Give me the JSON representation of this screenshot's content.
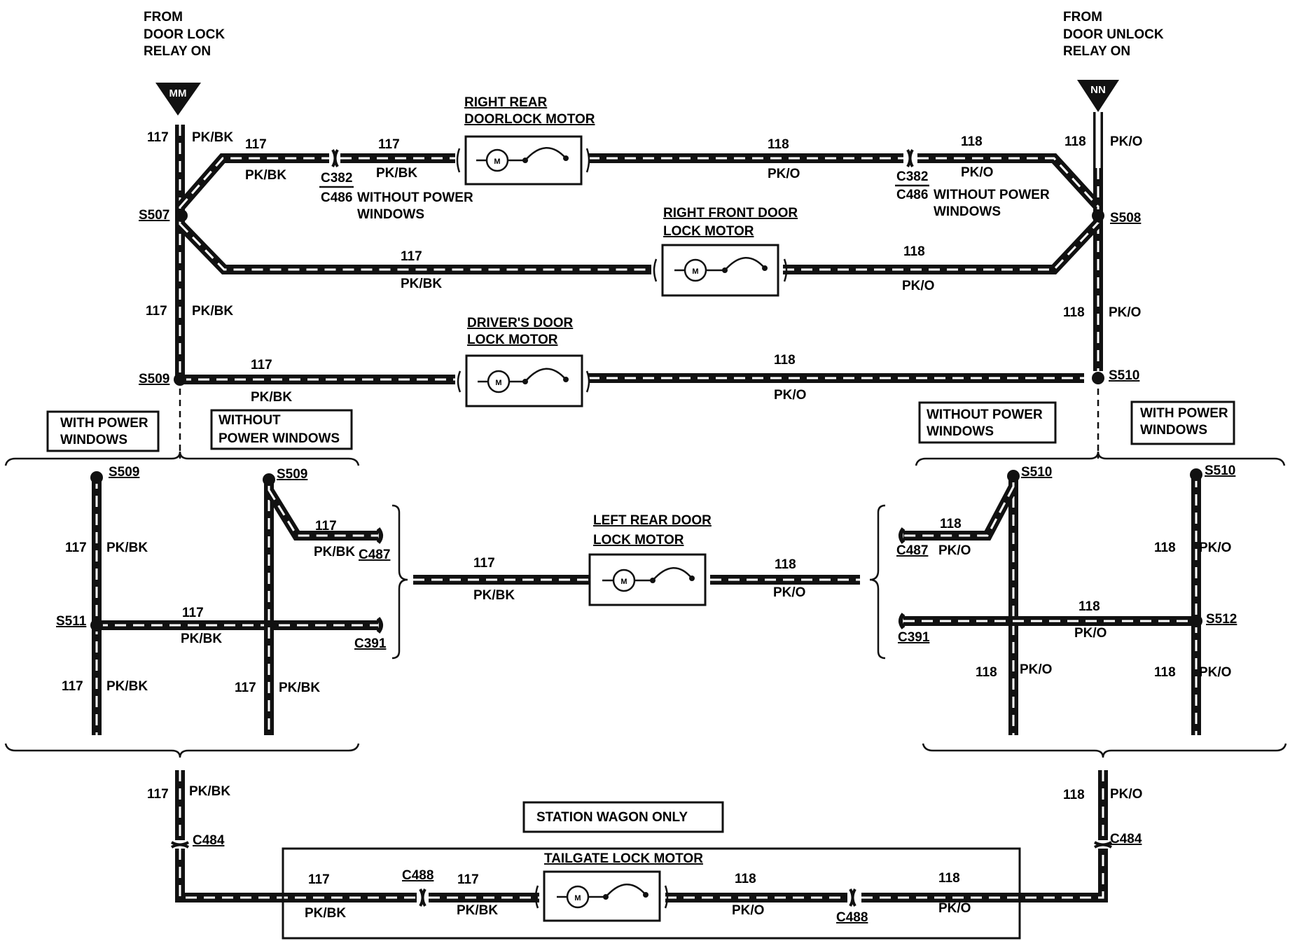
{
  "sources": {
    "left_text": [
      "FROM",
      "DOOR LOCK",
      "RELAY ON"
    ],
    "left_terminal": "MM",
    "right_text": [
      "FROM",
      "DOOR UNLOCK",
      "RELAY ON"
    ],
    "right_terminal": "NN"
  },
  "motors": {
    "right_rear": [
      "RIGHT REAR",
      "DOORLOCK MOTOR"
    ],
    "right_front": [
      "RIGHT  FRONT DOOR",
      "LOCK MOTOR"
    ],
    "driver": [
      "DRIVER'S DOOR",
      "LOCK MOTOR"
    ],
    "left_rear": [
      "LEFT  REAR DOOR",
      "LOCK MOTOR"
    ],
    "tailgate": "TAILGATE LOCK MOTOR",
    "motor_symbol": "M"
  },
  "circuits": {
    "c117": "117",
    "c118": "118",
    "pkbk": "PK/BK",
    "pko": "PK/O"
  },
  "splices": {
    "s507": "S507",
    "s508": "S508",
    "s509": "S509",
    "s510": "S510",
    "s511": "S511",
    "s512": "S512"
  },
  "connectors": {
    "c382": "C382",
    "c486": "C486",
    "c487": "C487",
    "c391": "C391",
    "c484": "C484",
    "c488": "C488"
  },
  "options": {
    "without_power_windows_1": [
      "WITHOUT  POWER",
      "WINDOWS"
    ],
    "with_power_windows": [
      "WITH POWER",
      "WINDOWS"
    ],
    "without_power_windows_box_left": [
      "WITHOUT",
      "POWER   WINDOWS"
    ],
    "without_power_windows_box_right": [
      "WITHOUT   POWER",
      "WINDOWS"
    ],
    "station_wagon": "STATION   WAGON   ONLY"
  }
}
